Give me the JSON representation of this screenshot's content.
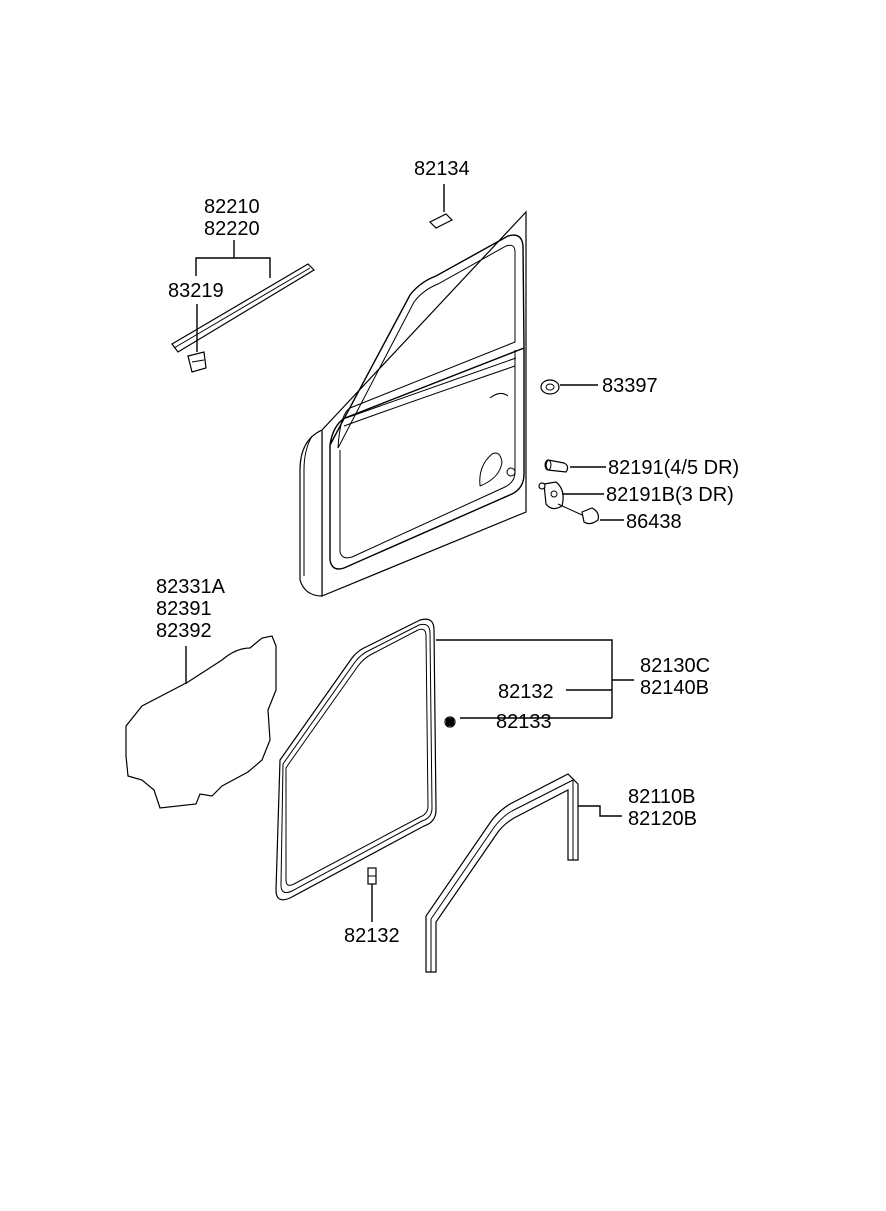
{
  "diagram": {
    "labels": {
      "p82134": "82134",
      "p82210": "82210",
      "p82220": "82220",
      "p83219": "83219",
      "p83397": "83397",
      "p82191": "82191(4/5 DR)",
      "p82191b": "82191B(3 DR)",
      "p86438": "86438",
      "p82331a": "82331A",
      "p82391": "82391",
      "p82392": "82392",
      "p82130c": "82130C",
      "p82140b": "82140B",
      "p82132a": "82132",
      "p82133": "82133",
      "p82110b": "82110B",
      "p82120b": "82120B",
      "p82132b": "82132"
    },
    "colors": {
      "ink": "#000000",
      "paper": "#ffffff"
    }
  }
}
